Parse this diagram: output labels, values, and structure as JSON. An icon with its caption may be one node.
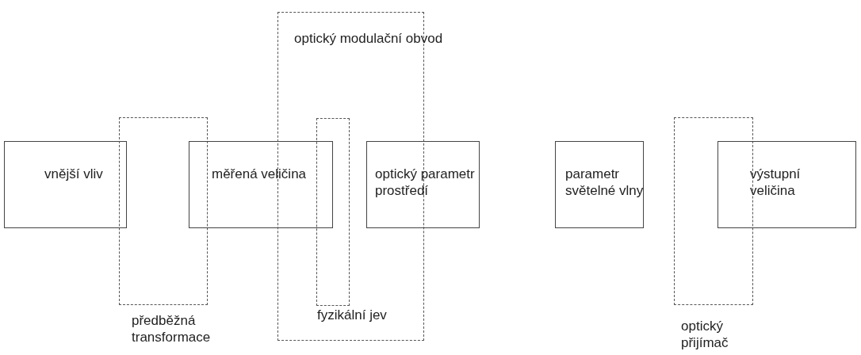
{
  "diagram": {
    "nodes": [
      {
        "text": [
          "vnější vliv"
        ]
      },
      {
        "text": [
          "předběžná transformace"
        ]
      },
      {
        "text": [
          "měřená veličina"
        ]
      },
      {
        "text": [
          "optický modulační obvod"
        ]
      },
      {
        "text": [
          "fyzikální jev"
        ],
        "in": 3
      },
      {
        "text": [
          "optický parametr prostředí"
        ]
      },
      {
        "text": [
          "parametr světelné vlny"
        ]
      },
      {
        "text": [
          "optický přijímač"
        ]
      },
      {
        "text": [
          "výstupní veličina"
        ]
      }
    ],
    "edges": []
  }
}
